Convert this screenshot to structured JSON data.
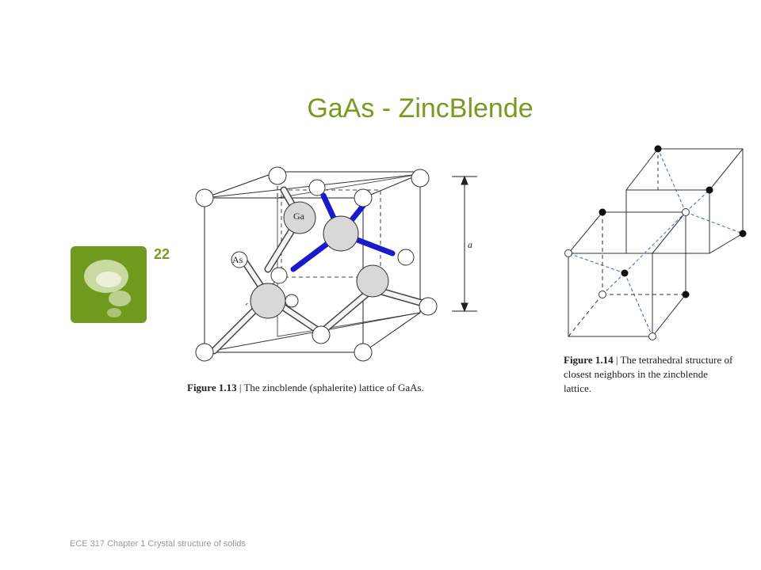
{
  "slide": {
    "title": "GaAs - ZincBlende",
    "number": "22",
    "footer": "ECE 317 Chapter 1 Crystal structure of solids"
  },
  "figure_left": {
    "label_ga": "Ga",
    "label_as": "As",
    "label_a": "a",
    "caption_fig": "Figure 1.13",
    "caption_sep": "|",
    "caption_text": "The zincblende (sphalerite) lattice of GaAs."
  },
  "figure_right": {
    "caption_fig": "Figure 1.14",
    "caption_sep": "|",
    "caption_text": "The tetrahedral structure of closest neighbors in the zincblende lattice."
  },
  "colors": {
    "title": "#7a9a1f",
    "badge": "#6f9a1e",
    "highlight_bonds": "#1a1acc",
    "dashed_bonds": "#3a5fcd"
  }
}
